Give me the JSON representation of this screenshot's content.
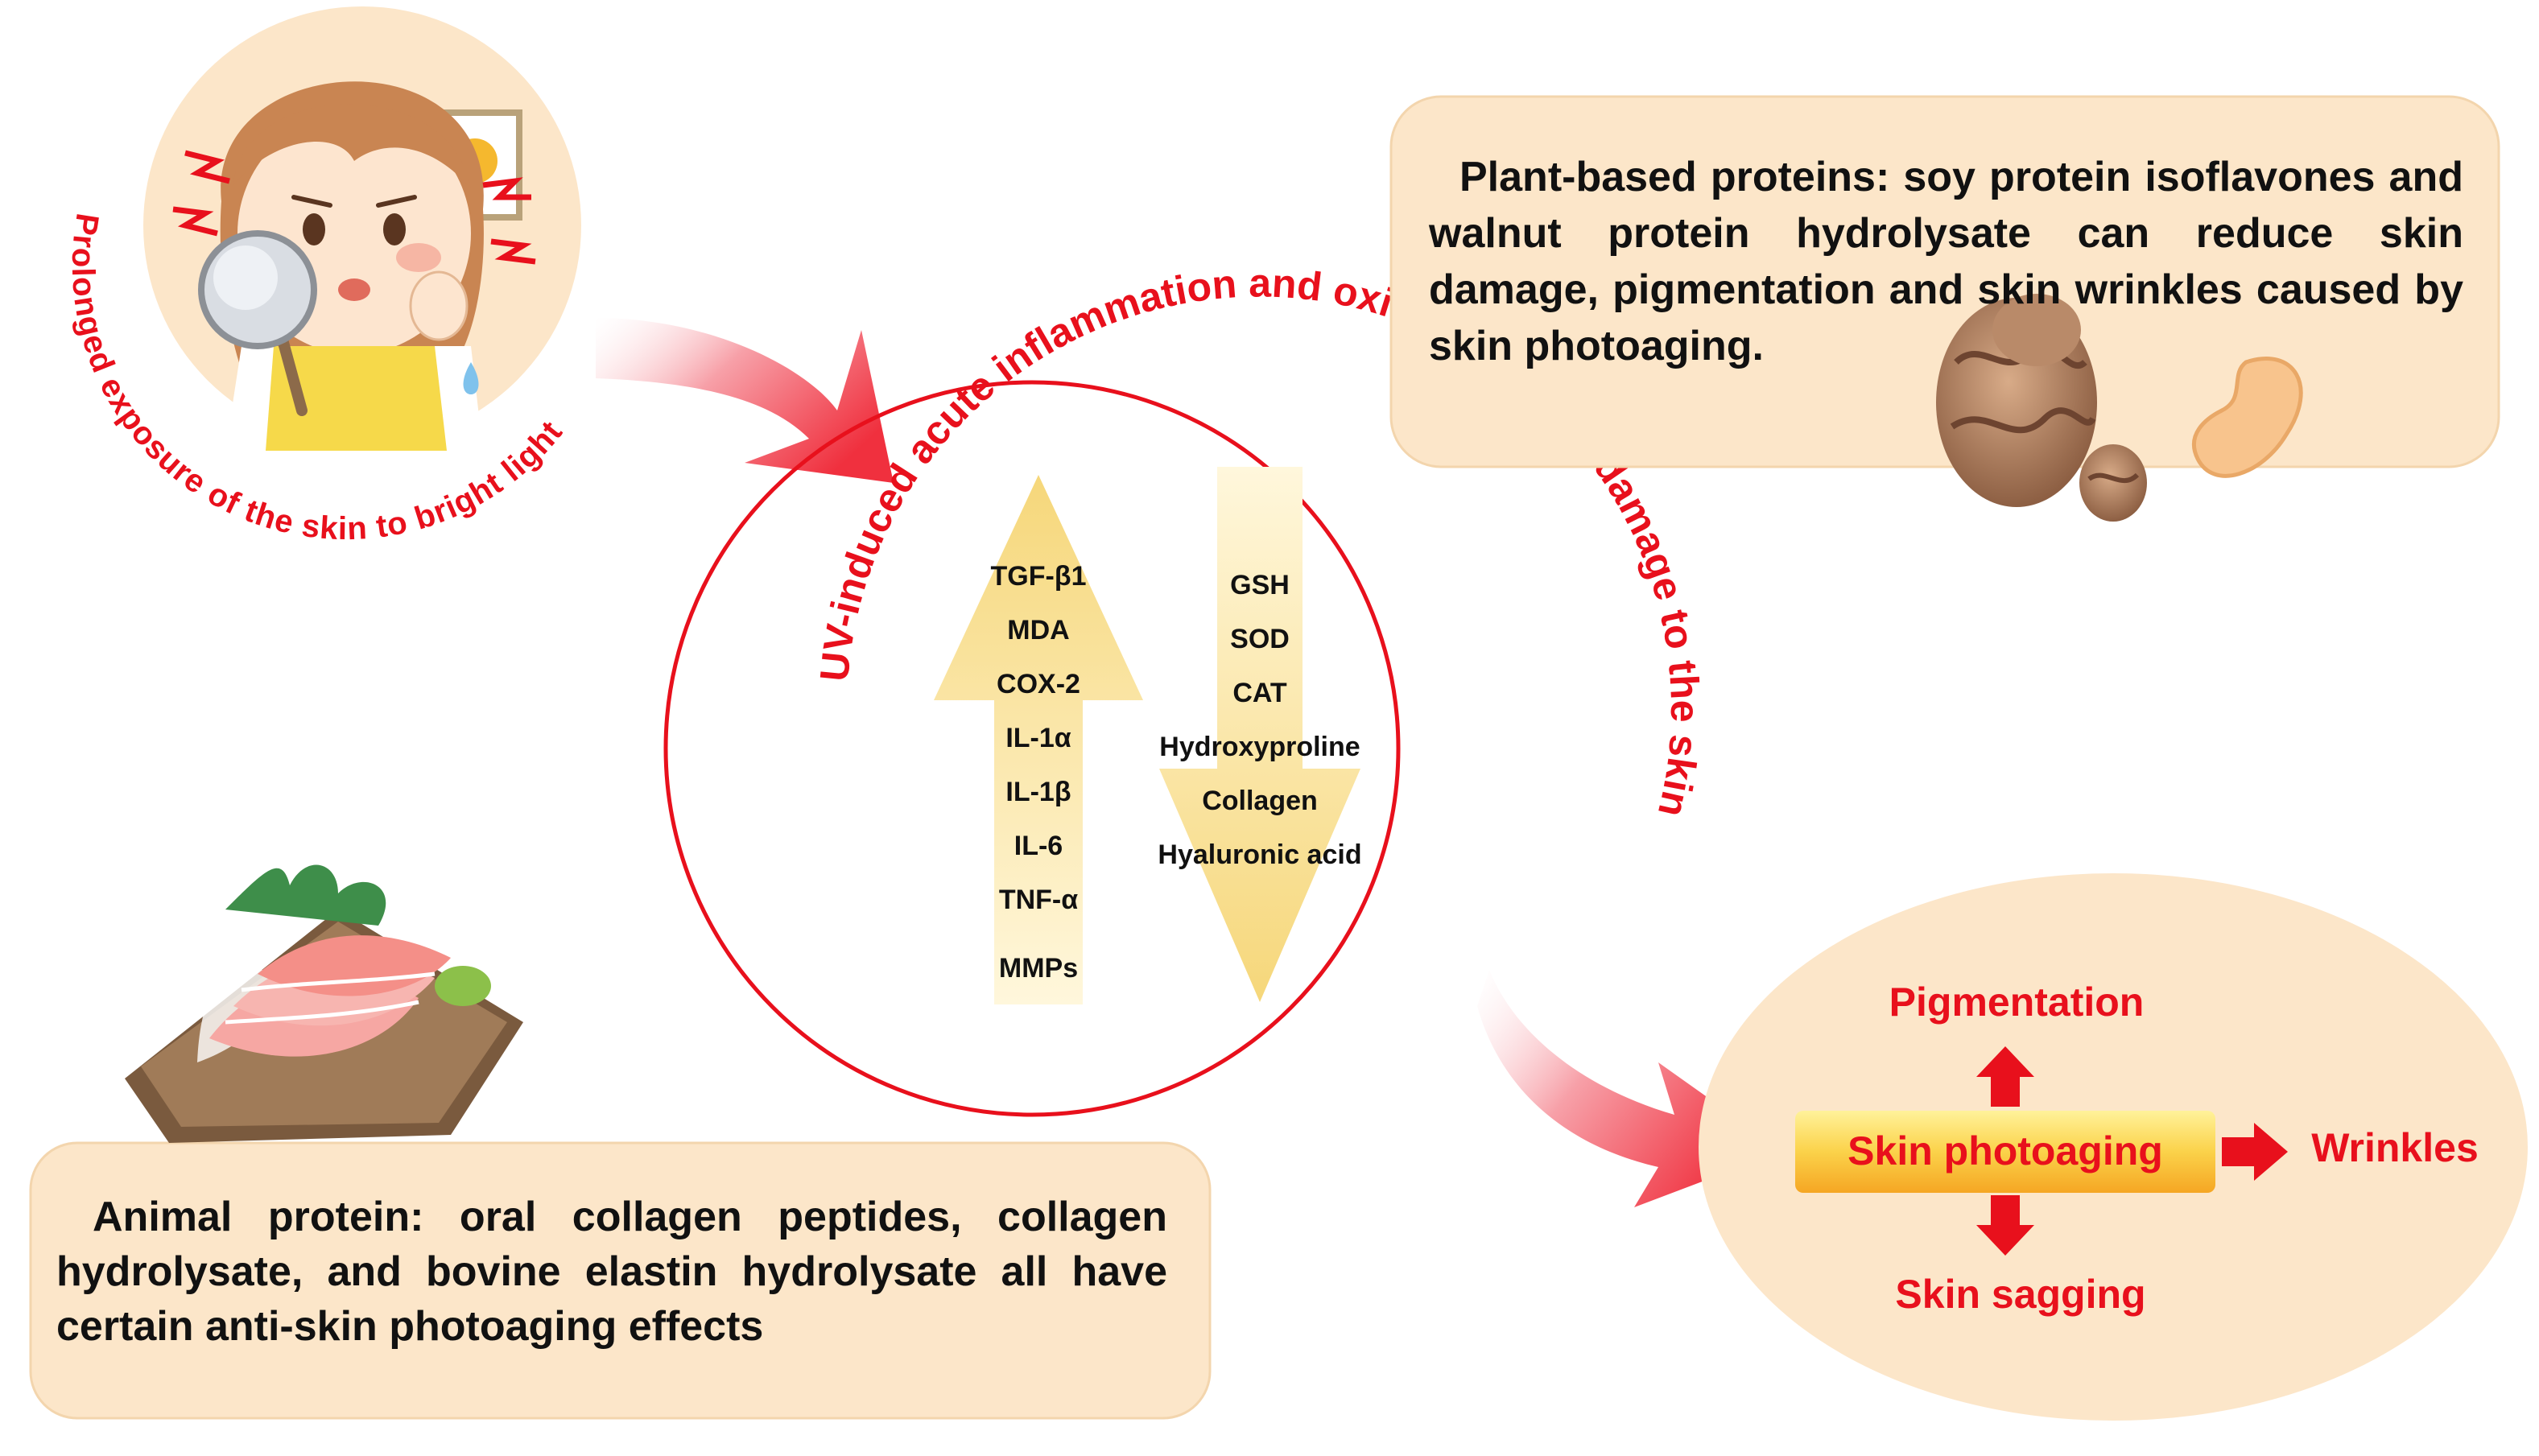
{
  "colors": {
    "red": "#e8101c",
    "panel": "#fce6c9",
    "panel_border": "#f3d5ad",
    "arrow_yellow": "#fbe59a",
    "text": "#111111"
  },
  "exposure": {
    "arc_text": "Prolonged exposure of the skin to bright light",
    "icon": "worried-woman-with-mirror-icon"
  },
  "center": {
    "circle_text": "UV-induced acute inflammation and oxidative stress damage to the skin",
    "up_items": [
      "TGF-β1",
      "MDA",
      "COX-2",
      "IL-1α",
      "IL-1β",
      "IL-6",
      "TNF-α",
      "MMPs"
    ],
    "down_items": [
      "GSH",
      "SOD",
      "CAT",
      "Hydroxyproline",
      "Collagen",
      "Hyaluronic acid"
    ]
  },
  "plant": {
    "text": "Plant-based proteins: soy protein isoflavones and walnut protein hydrolysate can reduce skin damage, pigmentation and skin wrinkles caused by skin photoaging.",
    "icons": [
      "walnut-icon",
      "soybean-icon"
    ]
  },
  "animal": {
    "text": "Animal protein: oral collagen peptides, collagen hydrolysate, and bovine elastin hydrolysate all have certain anti-skin photoaging effects",
    "icon": "sashimi-plate-icon"
  },
  "outcome": {
    "center": "Skin photoaging",
    "top": "Pigmentation",
    "right": "Wrinkles",
    "bottom": "Skin sagging"
  }
}
